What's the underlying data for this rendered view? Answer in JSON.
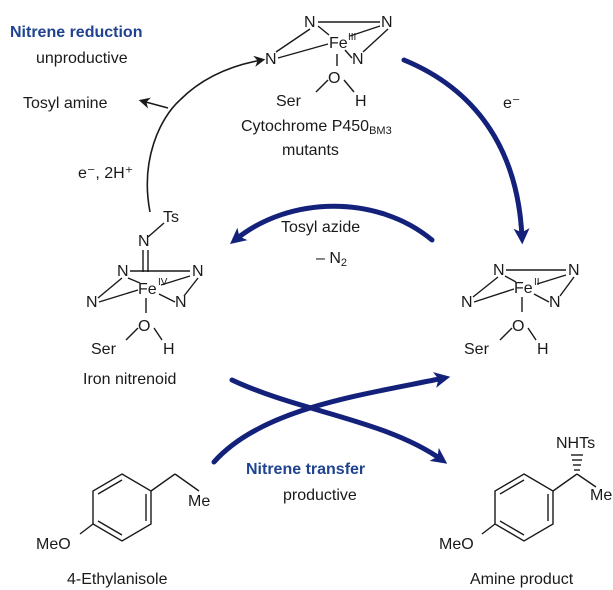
{
  "top_left": {
    "title": "Nitrene reduction",
    "subtitle": "unproductive",
    "product": "Tosyl amine",
    "reagents": "e⁻, 2H⁺"
  },
  "top_center": {
    "caption_main": "Cytochrome P450",
    "caption_sub": "BM3",
    "caption_line2": "mutants",
    "metal": "Fe",
    "oxidation": "III"
  },
  "right_arrow": {
    "label": "e⁻"
  },
  "middle_arrow": {
    "line1": "Tosyl azide",
    "line2": "– N",
    "line2_sub": "2"
  },
  "left_complex": {
    "caption": "Iron nitrenoid",
    "metal": "Fe",
    "oxidation": "IV",
    "ts": "Ts"
  },
  "right_complex": {
    "metal": "Fe",
    "oxidation": "II"
  },
  "bottom_center": {
    "title": "Nitrene transfer",
    "subtitle": "productive"
  },
  "substrate": {
    "caption": "4-Ethylanisole",
    "meo": "MeO",
    "me": "Me"
  },
  "product": {
    "caption": "Amine product",
    "meo": "MeO",
    "me": "Me",
    "nhts": "NHTs"
  },
  "atoms": {
    "n": "N",
    "o": "O",
    "h": "H",
    "ser": "Ser"
  },
  "colors": {
    "arrow": "#14217a",
    "accent_text": "#1f4390",
    "ink": "#1a1a1a"
  }
}
